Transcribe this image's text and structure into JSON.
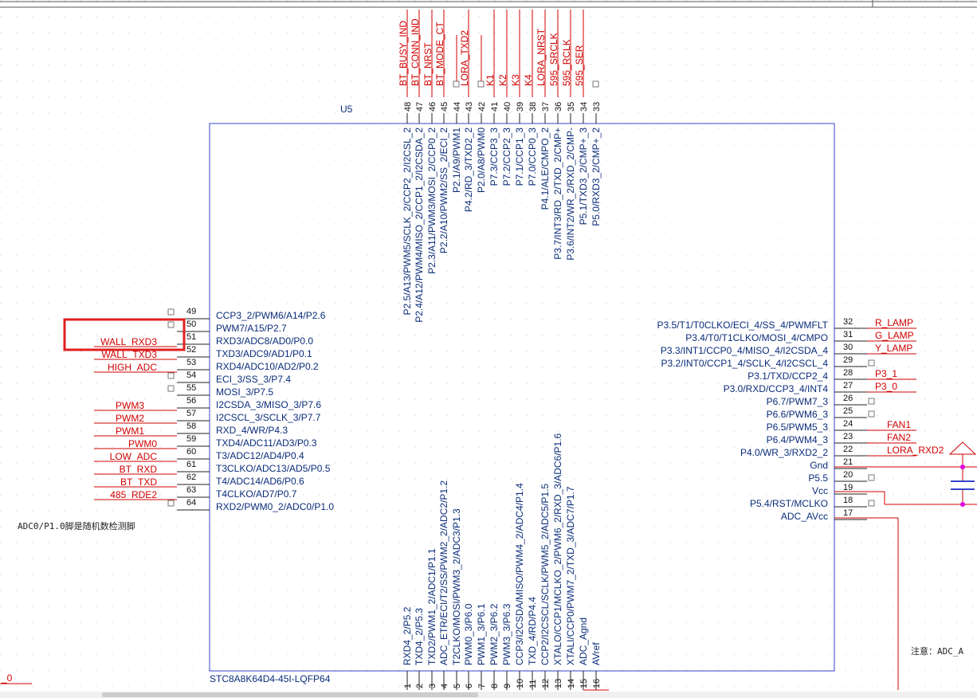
{
  "component": {
    "ref": "U5",
    "part": "STC8A8K64D4-45I-LQFP64"
  },
  "highlight": {
    "color": "#e02020",
    "label": "red-box"
  },
  "colors": {
    "net": "#d00000",
    "pin": "#0a2c7a",
    "body": "#3344cc",
    "dot": "#e000e0",
    "grid": "#c8c8c8"
  },
  "notes": {
    "adc_note": "ADC0/P1.0脚是随机数检测脚",
    "right_note": "注意：ADC_A",
    "left_fragment": "_0"
  },
  "top_pins": [
    {
      "num": "48",
      "name": "P2.5/A13/PWM5/SCLK_2/CCP2_2/I2CSL_2",
      "net": "BT_BUSY_IND"
    },
    {
      "num": "47",
      "name": "P2.4/A12/PWM4/MISO_2/CCP1_2/I2CSDA_2",
      "net": "BT_CONN_IND"
    },
    {
      "num": "46",
      "name": "P2.3/A11/PWM3/MOSI_2/CCP0_2",
      "net": "BT_NRST"
    },
    {
      "num": "45",
      "name": "P2.2/A10/PWM2/SS_2/ECI_2",
      "net": "BT_MODE_CT"
    },
    {
      "num": "44",
      "name": "P2.1/A9/PWM1",
      "net": ""
    },
    {
      "num": "43",
      "name": "P4.2/RD_3/TXD2_2",
      "net": "LORA_TXD2"
    },
    {
      "num": "42",
      "name": "P2.0/A8/PWM0",
      "net": ""
    },
    {
      "num": "41",
      "name": "P7.3/CCP3_3",
      "net": "K1"
    },
    {
      "num": "40",
      "name": "P7.2/CCP2_3",
      "net": "K2"
    },
    {
      "num": "39",
      "name": "P7.1/CCP1_3",
      "net": "K3"
    },
    {
      "num": "38",
      "name": "P7.0/CCP0_3",
      "net": "K4"
    },
    {
      "num": "37",
      "name": "P4.1/ALE/CMPO_2",
      "net": "LORA_NRST"
    },
    {
      "num": "36",
      "name": "P3.7/INT3/RD_2/TXD_2/CMP+",
      "net": "595_SRCLK"
    },
    {
      "num": "35",
      "name": "P3.6/INT2/WR_2/RXD_2/CMP-",
      "net": "595_RCLK"
    },
    {
      "num": "34",
      "name": "P5.1/TXD3_2/CMP+_3",
      "net": "595_SER"
    },
    {
      "num": "33",
      "name": "P5.0/RXD3_2/CMP+_2",
      "net": ""
    }
  ],
  "bottom_pins": [
    {
      "num": "1",
      "name": "RXD4_2/P5.2"
    },
    {
      "num": "2",
      "name": "TXD4_2/P5.3"
    },
    {
      "num": "3",
      "name": "TXD2/PWM1_2/ADC1/P1.1"
    },
    {
      "num": "4",
      "name": "ADC_ETR/ECI/T2/SS/PWM2_2/ADC2/P1.2"
    },
    {
      "num": "5",
      "name": "T2CLKO/MOSI/PWM3_2/ADC3/P1.3"
    },
    {
      "num": "6",
      "name": "PWM0_3/P6.0"
    },
    {
      "num": "7",
      "name": "PWM1_3/P6.1"
    },
    {
      "num": "8",
      "name": "PWM2_3/P6.2"
    },
    {
      "num": "9",
      "name": "PWM3_3/P6.3"
    },
    {
      "num": "10",
      "name": "CCP3/I2CSDA/MISO/PWM4_2/ADC4/P1.4"
    },
    {
      "num": "11",
      "name": "TXD_4/RD/P4.4"
    },
    {
      "num": "12",
      "name": "CCP2/I2CSCL/SCLK/PWM5_2/ADC5/P1.5"
    },
    {
      "num": "13",
      "name": "XTALO/CCP1/MCLKO_2/PWM6_2/RXD_3/ADC6/P1.6"
    },
    {
      "num": "14",
      "name": "XTALI/CCP0/PWM7_2/TXD_3/ADC7/P1.7"
    },
    {
      "num": "15",
      "name": "ADC_Agnd"
    },
    {
      "num": "16",
      "name": "AVref"
    }
  ],
  "left_pins": [
    {
      "num": "49",
      "name": "CCP3_2/PWM6/A14/P2.6",
      "net": ""
    },
    {
      "num": "50",
      "name": "PWM7/A15/P2.7",
      "net": ""
    },
    {
      "num": "51",
      "name": "RXD3/ADC8/AD0/P0.0",
      "net": "WALL_RXD3"
    },
    {
      "num": "52",
      "name": "TXD3/ADC9/AD1/P0.1",
      "net": "WALL_TXD3"
    },
    {
      "num": "53",
      "name": "RXD4/ADC10/AD2/P0.2",
      "net": "HIGH_ADC"
    },
    {
      "num": "54",
      "name": "ECI_3/SS_3/P7.4",
      "net": ""
    },
    {
      "num": "55",
      "name": "MOSI_3/P7.5",
      "net": ""
    },
    {
      "num": "56",
      "name": "I2CSDA_3/MISO_3/P7.6",
      "net": "PWM3"
    },
    {
      "num": "57",
      "name": "I2CSCL_3/SCLK_3/P7.7",
      "net": "PWM2"
    },
    {
      "num": "58",
      "name": "RXD_4/WR/P4.3",
      "net": "PWM1"
    },
    {
      "num": "59",
      "name": "TXD4/ADC11/AD3/P0.3",
      "net": "PWM0"
    },
    {
      "num": "60",
      "name": "T3/ADC12/AD4/P0.4",
      "net": "LOW_ADC"
    },
    {
      "num": "61",
      "name": "T3CLKO/ADC13/AD5/P0.5",
      "net": "BT_RXD"
    },
    {
      "num": "62",
      "name": "T4/ADC14/AD6/P0.6",
      "net": "BT_TXD"
    },
    {
      "num": "63",
      "name": "T4CLKO/AD7/P0.7",
      "net": "485_RDE2"
    },
    {
      "num": "64",
      "name": "RXD2/PWM0_2/ADC0/P1.0",
      "net": ""
    }
  ],
  "right_pins": [
    {
      "num": "32",
      "name": "P3.5/T1/T0CLKO/ECI_4/SS_4/PWMFLT",
      "net": "R_LAMP"
    },
    {
      "num": "31",
      "name": "P3.4/T0/T1CLKO/MOSI_4/CMPO",
      "net": "G_LAMP"
    },
    {
      "num": "30",
      "name": "P3.3/INT1/CCP0_4/MISO_4/I2CSDA_4",
      "net": "Y_LAMP"
    },
    {
      "num": "29",
      "name": "P3.2/INT0/CCP1_4/SCLK_4/I2CSCL_4",
      "net": ""
    },
    {
      "num": "28",
      "name": "P3.1/TXD/CCP2_4",
      "net": "P3_1"
    },
    {
      "num": "27",
      "name": "P3.0/RXD/CCP3_4/INT4",
      "net": "P3_0"
    },
    {
      "num": "26",
      "name": "P6.7/PWM7_3",
      "net": ""
    },
    {
      "num": "25",
      "name": "P6.6/PWM6_3",
      "net": ""
    },
    {
      "num": "24",
      "name": "P6.5/PWM5_3",
      "net": "FAN1"
    },
    {
      "num": "23",
      "name": "P6.4/PWM4_3",
      "net": "FAN2"
    },
    {
      "num": "22",
      "name": "P4.0/WR_3/RXD2_2",
      "net": "LORA_RXD2"
    },
    {
      "num": "21",
      "name": "Gnd",
      "net": ""
    },
    {
      "num": "20",
      "name": "P5.5",
      "net": ""
    },
    {
      "num": "19",
      "name": "Vcc",
      "net": ""
    },
    {
      "num": "18",
      "name": "P5.4/RST/MCLKO",
      "net": ""
    },
    {
      "num": "17",
      "name": "ADC_AVcc",
      "net": ""
    }
  ]
}
